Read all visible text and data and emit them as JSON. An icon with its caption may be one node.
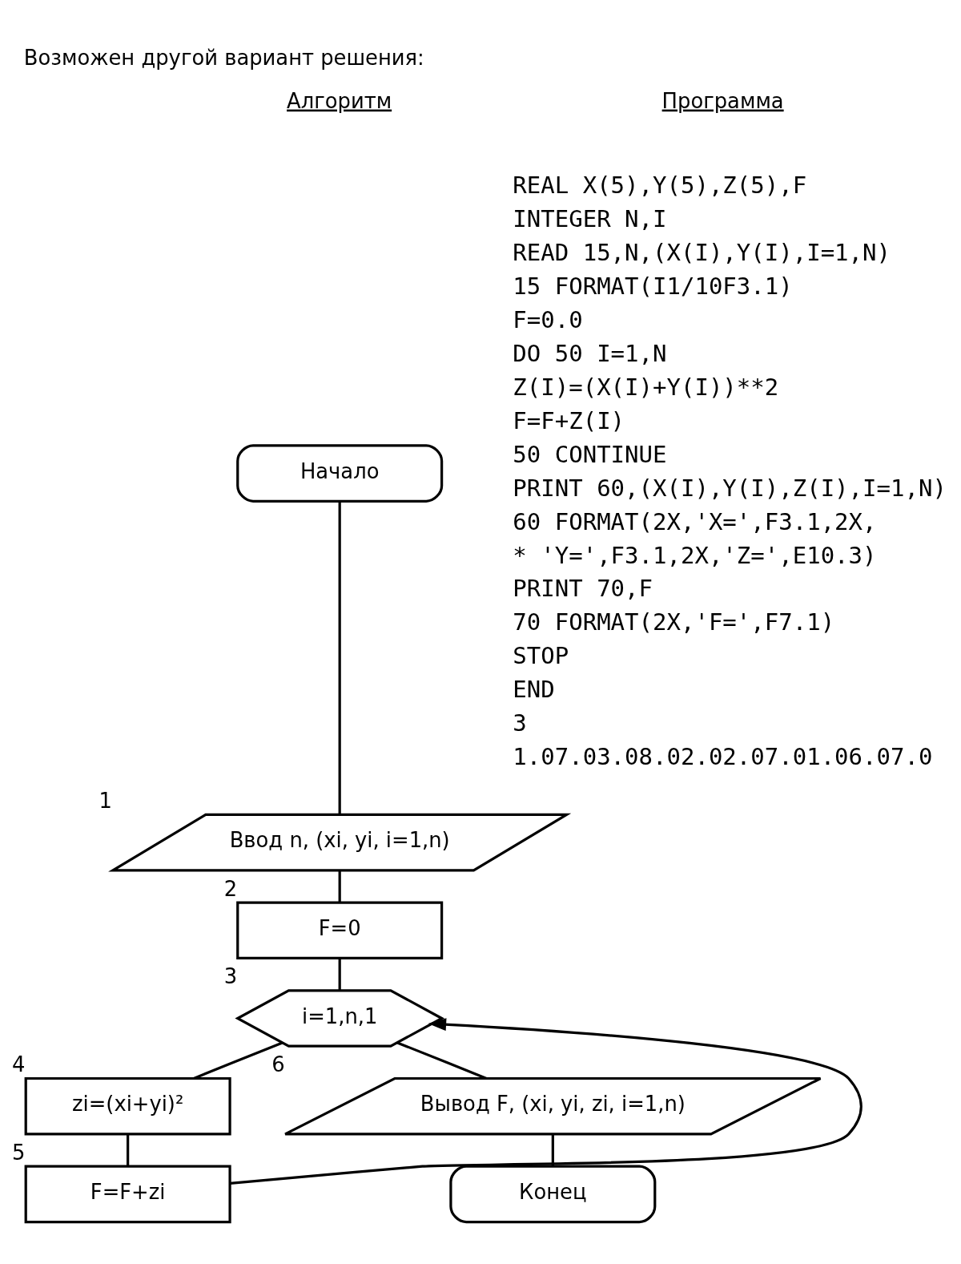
{
  "diagram": {
    "title": "Возможен другой вариант решения:",
    "nodes": [
      {
        "text": [
          "Начало"
        ]
      },
      {
        "text": [
          "Ввод n, (xi, yi, i=1,n)"
        ],
        "beside": [
          "1"
        ]
      },
      {
        "text": [
          "F=0"
        ],
        "beside": [
          "2"
        ]
      },
      {
        "text": [
          "i=1,n,1"
        ],
        "beside": [
          "3"
        ]
      },
      {
        "text": [
          "zi=(xi+yi)²"
        ],
        "beside": [
          "4"
        ]
      },
      {
        "text": [
          "F=F+zi"
        ],
        "beside": [
          "5"
        ]
      },
      {
        "text": [
          "Вывод F, (xi, yi, zi, i=1,n)"
        ],
        "beside": [
          "6"
        ]
      },
      {
        "text": [
          "Конец"
        ]
      }
    ],
    "edges": [
      {
        "from": 0,
        "to": 1,
        "arrow": "none"
      },
      {
        "from": 1,
        "to": 2,
        "arrow": "none"
      },
      {
        "from": 2,
        "to": 3,
        "arrow": "none"
      },
      {
        "from": 3,
        "to": 4,
        "arrow": "none"
      },
      {
        "from": 4,
        "to": 5,
        "arrow": "none"
      },
      {
        "from": 5,
        "to": 3,
        "arrow": "to"
      },
      {
        "from": 3,
        "to": 6,
        "arrow": "none"
      },
      {
        "from": 6,
        "to": 7,
        "arrow": "none"
      }
    ],
    "labels": [
      "Алгоритм",
      "Программа",
      "REAL X(5),Y(5),Z(5),F",
      "INTEGER N,I",
      "READ 15,N,(X(I),Y(I),I=1,N)",
      "15 FORMAT(I1/10F3.1)",
      "F=0.0",
      "DO 50 I=1,N",
      "Z(I)=(X(I)+Y(I))**2",
      "F=F+Z(I)",
      "50 CONTINUE",
      "PRINT 60,(X(I),Y(I),Z(I),I=1,N)",
      "60 FORMAT(2X,'X=',F3.1,2X,",
      "* 'Y=',F3.1,2X,'Z=',E10.3)",
      "PRINT 70,F",
      "70 FORMAT(2X,'F=',F7.1)",
      "STOP",
      "END",
      "3",
      "1.07.03.08.02.02.07.01.06.07.0"
    ]
  }
}
